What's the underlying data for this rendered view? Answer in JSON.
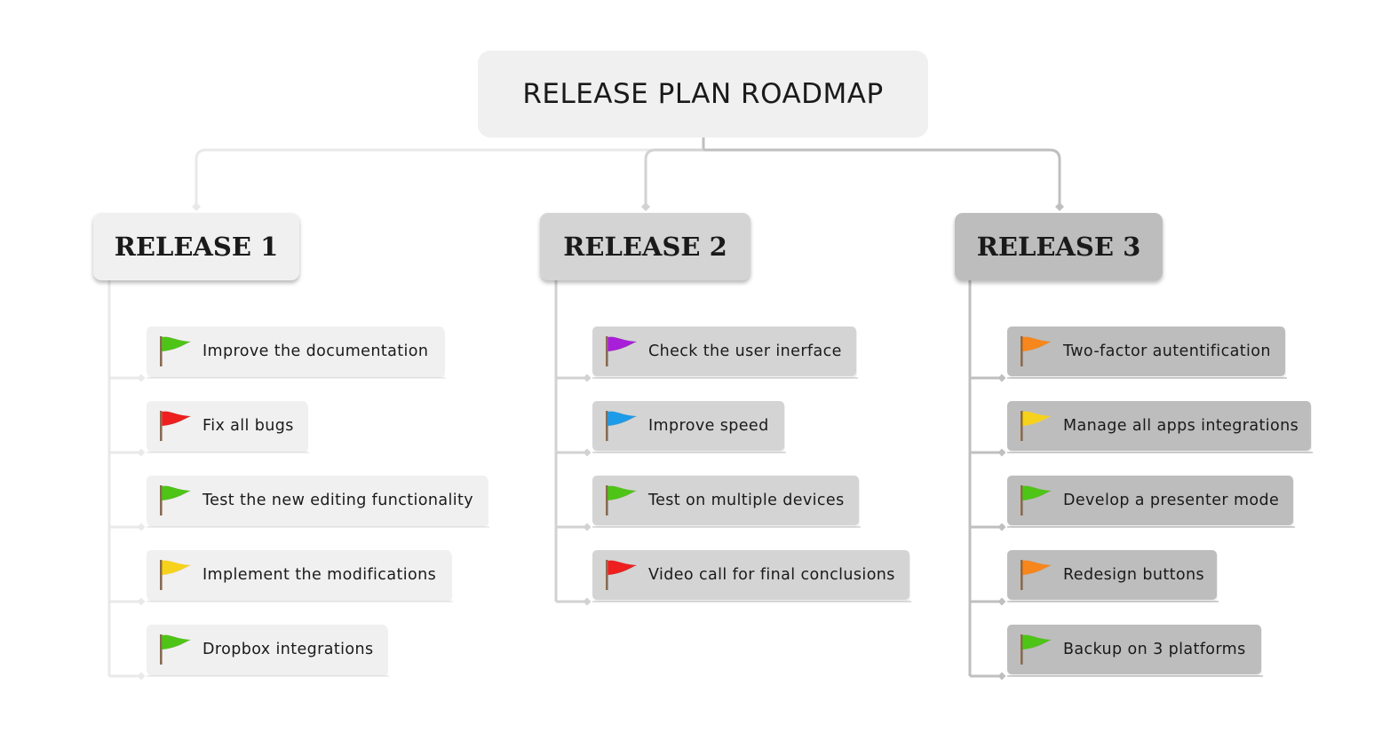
{
  "title": "RELEASE PLAN ROADMAP",
  "colors": {
    "release_1_fill": "#f0f0f0",
    "release_2_fill": "#d4d4d4",
    "release_3_fill": "#bdbdbd",
    "release_1_line": "#e9e9e9",
    "release_2_line": "#d2d2d2",
    "release_3_line": "#bfbfbf"
  },
  "releases": [
    {
      "label": "RELEASE 1",
      "tasks": [
        {
          "label": "Improve the documentation",
          "flag": "green-flag-icon",
          "color": "#4ec416"
        },
        {
          "label": "Fix all bugs",
          "flag": "red-flag-icon",
          "color": "#ee1f1f"
        },
        {
          "label": "Test the new editing functionality",
          "flag": "green-flag-icon",
          "color": "#4ec416"
        },
        {
          "label": "Implement the modifications",
          "flag": "yellow-flag-icon",
          "color": "#f7d21c"
        },
        {
          "label": "Dropbox integrations",
          "flag": "green-flag-icon",
          "color": "#4ec416"
        }
      ]
    },
    {
      "label": "RELEASE 2",
      "tasks": [
        {
          "label": "Check the user inerface",
          "flag": "purple-flag-icon",
          "color": "#a81ed9"
        },
        {
          "label": "Improve speed",
          "flag": "blue-flag-icon",
          "color": "#1c9be8"
        },
        {
          "label": "Test on multiple devices",
          "flag": "green-flag-icon",
          "color": "#4ec416"
        },
        {
          "label": "Video call for final conclusions",
          "flag": "red-flag-icon",
          "color": "#ee1f1f"
        }
      ]
    },
    {
      "label": "RELEASE 3",
      "tasks": [
        {
          "label": "Two-factor autentification",
          "flag": "orange-flag-icon",
          "color": "#f7861c"
        },
        {
          "label": "Manage all apps integrations",
          "flag": "yellow-flag-icon",
          "color": "#f7d21c"
        },
        {
          "label": "Develop a presenter mode",
          "flag": "green-flag-icon",
          "color": "#4ec416"
        },
        {
          "label": "Redesign buttons",
          "flag": "orange-flag-icon",
          "color": "#f7861c"
        },
        {
          "label": "Backup on 3 platforms",
          "flag": "green-flag-icon",
          "color": "#4ec416"
        }
      ]
    }
  ]
}
